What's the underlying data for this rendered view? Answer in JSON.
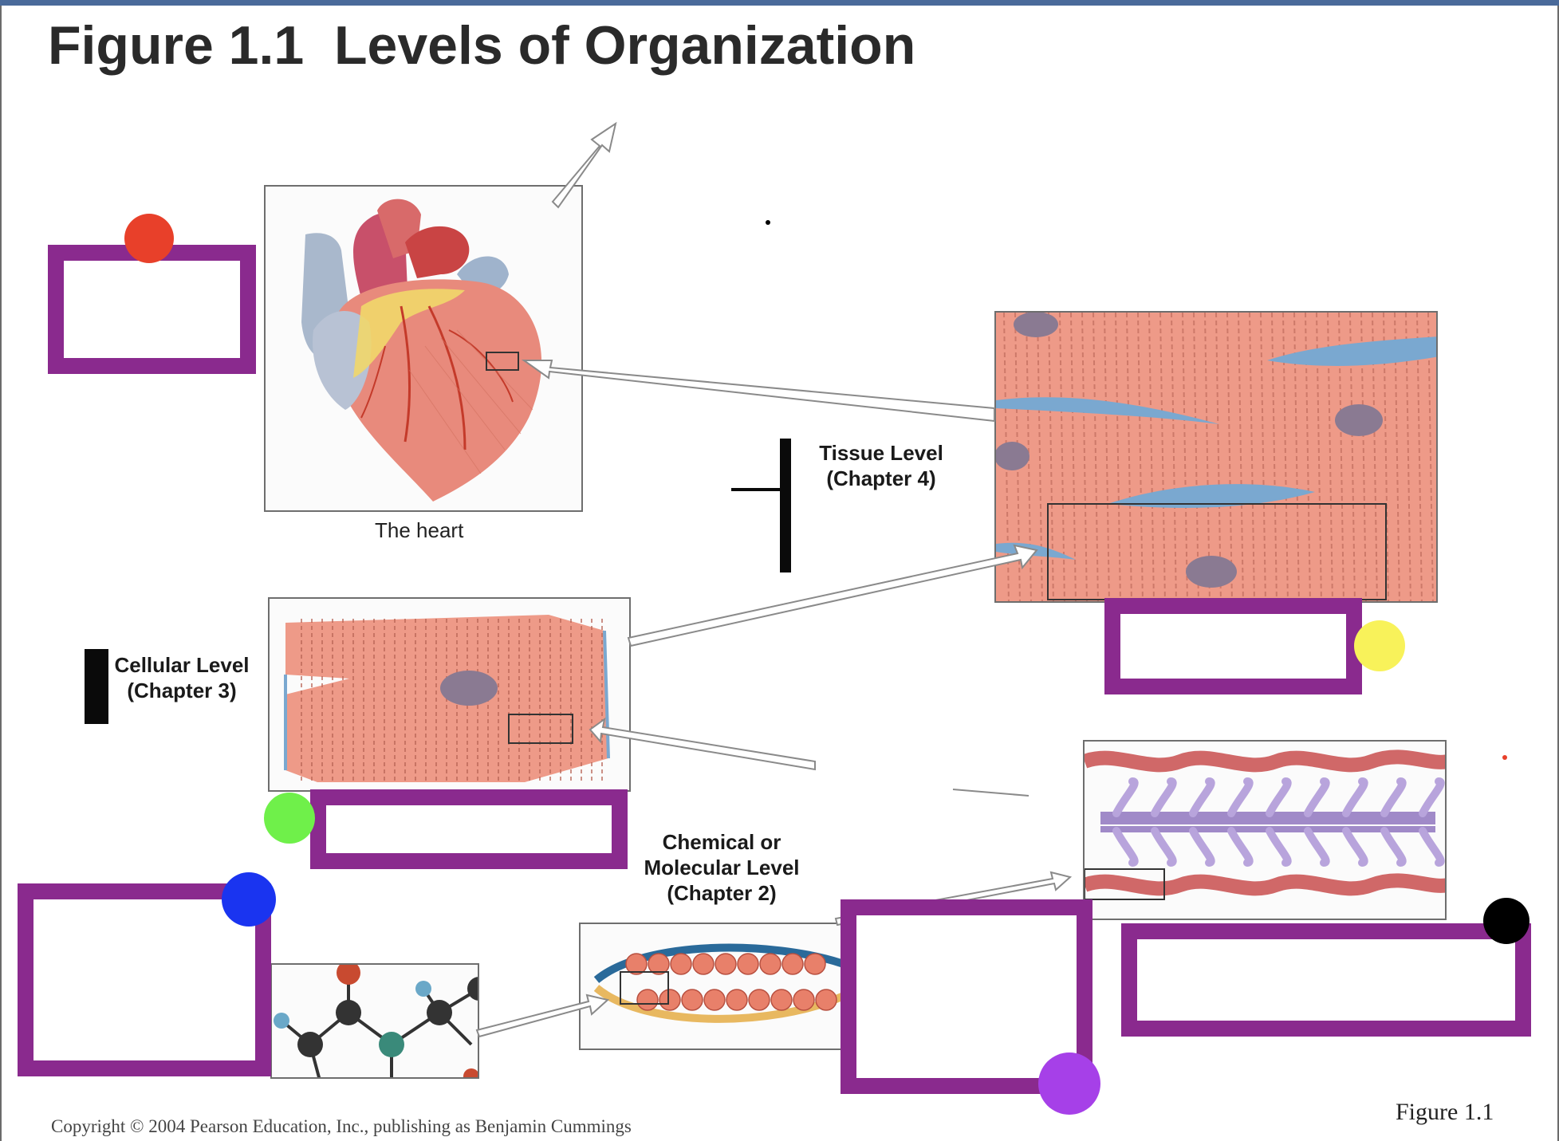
{
  "title": "Figure 1.1  Levels of Organization",
  "labels": {
    "heart_caption": "The heart",
    "tissue_level": "Tissue Level\n(Chapter 4)",
    "cellular_level": "Cellular Level\n(Chapter 3)",
    "chemical_level": "Chemical or\nMolecular Level\n(Chapter 2)"
  },
  "footer": {
    "copyright": "Copyright © 2004 Pearson Education, Inc., publishing as Benjamin Cummings",
    "figure_number": "Figure 1.1"
  },
  "colors": {
    "label_box_border": "#8a2a8e",
    "dot_red": "#e8402a",
    "dot_yellow": "#f8f25a",
    "dot_green": "#6ff04a",
    "dot_blue": "#1a34f0",
    "dot_black": "#000000",
    "dot_purple": "#a640e8",
    "muscle": "#e89080",
    "connective": "#7aa8d0"
  }
}
